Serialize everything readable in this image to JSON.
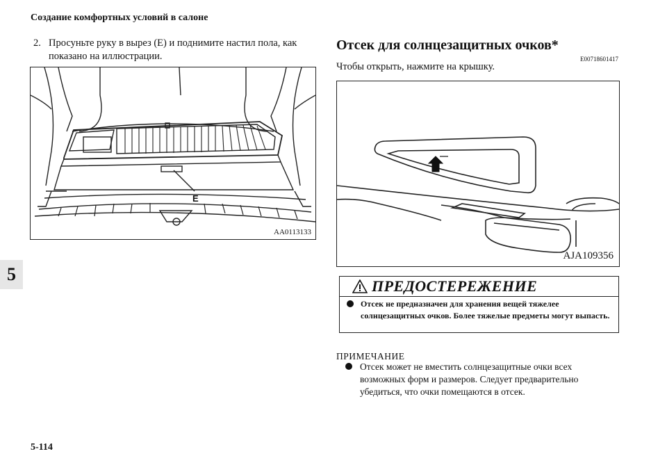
{
  "header": {
    "section": "Создание комфортных условий в салоне"
  },
  "step": {
    "number": "2.",
    "text": "Просуньте руку в вырез (E) и поднимите настил пола, как показано на иллюстрации."
  },
  "figure1": {
    "callout": "E",
    "code": "AA0113133"
  },
  "section": {
    "title": "Отсек для солнцезащитных очков*",
    "code": "E00718601417",
    "intro": "Чтобы открыть, нажмите на крышку."
  },
  "figure2": {
    "code": "AJA109356"
  },
  "chapter_tab": "5",
  "warning": {
    "title": "ПРЕДОСТЕРЕЖЕНИЕ",
    "text": "Отсек не предназначен для хранения вещей тяжелее солнцезащитных очков. Более тяжелые предметы могут выпасть."
  },
  "note": {
    "heading": "ПРИМЕЧАНИЕ",
    "text": "Отсек может не вместить солнцезащитные очки всех возможных форм и размеров. Следует предварительно убедиться, что очки помещаются в отсек."
  },
  "page_number": "5-114"
}
